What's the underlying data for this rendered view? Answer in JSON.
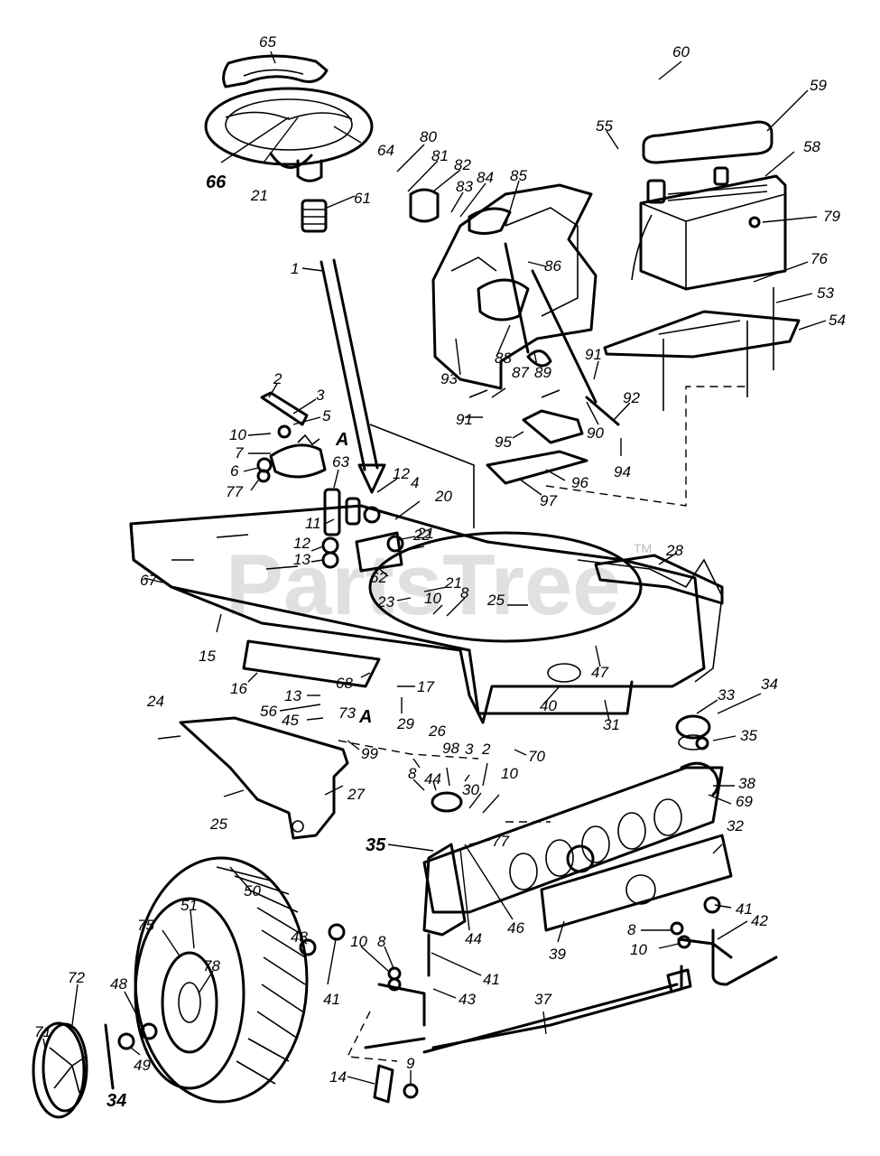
{
  "watermark": {
    "text": "PartsTree",
    "trademark": "TM"
  },
  "callouts": [
    {
      "id": "c65",
      "label": "65"
    },
    {
      "id": "c66",
      "label": "66"
    },
    {
      "id": "c21a",
      "label": "21"
    },
    {
      "id": "c64",
      "label": "64"
    },
    {
      "id": "c61",
      "label": "61"
    },
    {
      "id": "c1",
      "label": "1"
    },
    {
      "id": "c80",
      "label": "80"
    },
    {
      "id": "c81",
      "label": "81"
    },
    {
      "id": "c82",
      "label": "82"
    },
    {
      "id": "c83",
      "label": "83"
    },
    {
      "id": "c84",
      "label": "84"
    },
    {
      "id": "c85",
      "label": "85"
    },
    {
      "id": "c86",
      "label": "86"
    },
    {
      "id": "c88",
      "label": "88"
    },
    {
      "id": "c87",
      "label": "87"
    },
    {
      "id": "c89",
      "label": "89"
    },
    {
      "id": "c93",
      "label": "93"
    },
    {
      "id": "c60",
      "label": "60"
    },
    {
      "id": "c59",
      "label": "59"
    },
    {
      "id": "c55",
      "label": "55"
    },
    {
      "id": "c58",
      "label": "58"
    },
    {
      "id": "c79",
      "label": "79"
    },
    {
      "id": "c76",
      "label": "76"
    },
    {
      "id": "c53",
      "label": "53"
    },
    {
      "id": "c54",
      "label": "54"
    },
    {
      "id": "c91a",
      "label": "91"
    },
    {
      "id": "c92",
      "label": "92"
    },
    {
      "id": "c91b",
      "label": "91"
    },
    {
      "id": "c95",
      "label": "95"
    },
    {
      "id": "c90",
      "label": "90"
    },
    {
      "id": "c94",
      "label": "94"
    },
    {
      "id": "c96",
      "label": "96"
    },
    {
      "id": "c97",
      "label": "97"
    },
    {
      "id": "c2a",
      "label": "2"
    },
    {
      "id": "c3a",
      "label": "3"
    },
    {
      "id": "c5",
      "label": "5"
    },
    {
      "id": "cAa",
      "label": "A"
    },
    {
      "id": "c10a",
      "label": "10"
    },
    {
      "id": "c7",
      "label": "7"
    },
    {
      "id": "c6",
      "label": "6"
    },
    {
      "id": "c77a",
      "label": "77"
    },
    {
      "id": "c63",
      "label": "63"
    },
    {
      "id": "c12a",
      "label": "12"
    },
    {
      "id": "c4",
      "label": "4"
    },
    {
      "id": "c20",
      "label": "20"
    },
    {
      "id": "c11",
      "label": "11"
    },
    {
      "id": "c12b",
      "label": "12"
    },
    {
      "id": "c13a",
      "label": "13"
    },
    {
      "id": "c21b",
      "label": "21"
    },
    {
      "id": "c22",
      "label": "22"
    },
    {
      "id": "c62",
      "label": "62"
    },
    {
      "id": "c21c",
      "label": "21"
    },
    {
      "id": "c28",
      "label": "28"
    },
    {
      "id": "c67",
      "label": "67"
    },
    {
      "id": "c23",
      "label": "23"
    },
    {
      "id": "c10b",
      "label": "10"
    },
    {
      "id": "c8a",
      "label": "8"
    },
    {
      "id": "c25a",
      "label": "25"
    },
    {
      "id": "c15",
      "label": "15"
    },
    {
      "id": "c47",
      "label": "47"
    },
    {
      "id": "c16",
      "label": "16"
    },
    {
      "id": "c68",
      "label": "68"
    },
    {
      "id": "c17",
      "label": "17"
    },
    {
      "id": "c13b",
      "label": "13"
    },
    {
      "id": "c56",
      "label": "56"
    },
    {
      "id": "c73",
      "label": "73"
    },
    {
      "id": "c45",
      "label": "45"
    },
    {
      "id": "cAb",
      "label": "A"
    },
    {
      "id": "c29",
      "label": "29"
    },
    {
      "id": "c40",
      "label": "40"
    },
    {
      "id": "c31",
      "label": "31"
    },
    {
      "id": "c24",
      "label": "24"
    },
    {
      "id": "c99",
      "label": "99"
    },
    {
      "id": "c26",
      "label": "26"
    },
    {
      "id": "c3b",
      "label": "3"
    },
    {
      "id": "c2b",
      "label": "2"
    },
    {
      "id": "c98",
      "label": "98"
    },
    {
      "id": "c70",
      "label": "70"
    },
    {
      "id": "c33",
      "label": "33"
    },
    {
      "id": "c34a",
      "label": "34"
    },
    {
      "id": "c35a",
      "label": "35"
    },
    {
      "id": "c8b",
      "label": "8"
    },
    {
      "id": "c44a",
      "label": "44"
    },
    {
      "id": "c30",
      "label": "30"
    },
    {
      "id": "c10c",
      "label": "10"
    },
    {
      "id": "c38",
      "label": "38"
    },
    {
      "id": "c69",
      "label": "69"
    },
    {
      "id": "c27",
      "label": "27"
    },
    {
      "id": "c25b",
      "label": "25"
    },
    {
      "id": "c35b",
      "label": "35"
    },
    {
      "id": "c77b",
      "label": "77"
    },
    {
      "id": "c32",
      "label": "32"
    },
    {
      "id": "c44b",
      "label": "44"
    },
    {
      "id": "c46",
      "label": "46"
    },
    {
      "id": "c41a",
      "label": "41"
    },
    {
      "id": "c50",
      "label": "50"
    },
    {
      "id": "c51",
      "label": "51"
    },
    {
      "id": "c75",
      "label": "75"
    },
    {
      "id": "c78",
      "label": "78"
    },
    {
      "id": "c72",
      "label": "72"
    },
    {
      "id": "c48a",
      "label": "48"
    },
    {
      "id": "c48b",
      "label": "48"
    },
    {
      "id": "c10d",
      "label": "10"
    },
    {
      "id": "c8c",
      "label": "8"
    },
    {
      "id": "c41b",
      "label": "41"
    },
    {
      "id": "c41c",
      "label": "41"
    },
    {
      "id": "c8d",
      "label": "8"
    },
    {
      "id": "c10e",
      "label": "10"
    },
    {
      "id": "c42",
      "label": "42"
    },
    {
      "id": "c39",
      "label": "39"
    },
    {
      "id": "c43",
      "label": "43"
    },
    {
      "id": "c37",
      "label": "37"
    },
    {
      "id": "c71",
      "label": "71"
    },
    {
      "id": "c49",
      "label": "49"
    },
    {
      "id": "c34b",
      "label": "34"
    },
    {
      "id": "c14",
      "label": "14"
    },
    {
      "id": "c9",
      "label": "9"
    }
  ]
}
